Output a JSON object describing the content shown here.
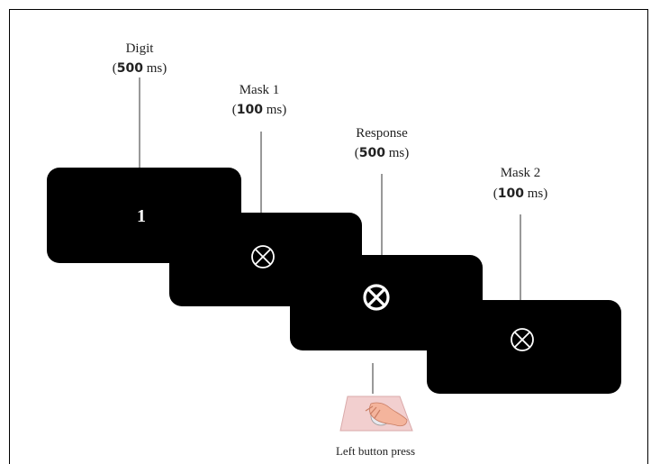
{
  "frames": [
    {
      "name": "Digit",
      "duration": "500",
      "unit": "ms",
      "content": "1"
    },
    {
      "name": "Mask 1",
      "duration": "100",
      "unit": "ms",
      "content": "mask-symbol"
    },
    {
      "name": "Response",
      "duration": "500",
      "unit": "ms",
      "content": "mask-symbol"
    },
    {
      "name": "Mask 2",
      "duration": "100",
      "unit": "ms",
      "content": "mask-symbol"
    }
  ],
  "response_label": "Left button press",
  "icons": {
    "mask": "circled-x-icon",
    "response": "hand-on-mouse-icon"
  },
  "colors": {
    "screen": "#000000",
    "symbol": "#ffffff",
    "background": "#ffffff",
    "mousepad": "#f2cfcf",
    "hand": "#f4b49c"
  }
}
